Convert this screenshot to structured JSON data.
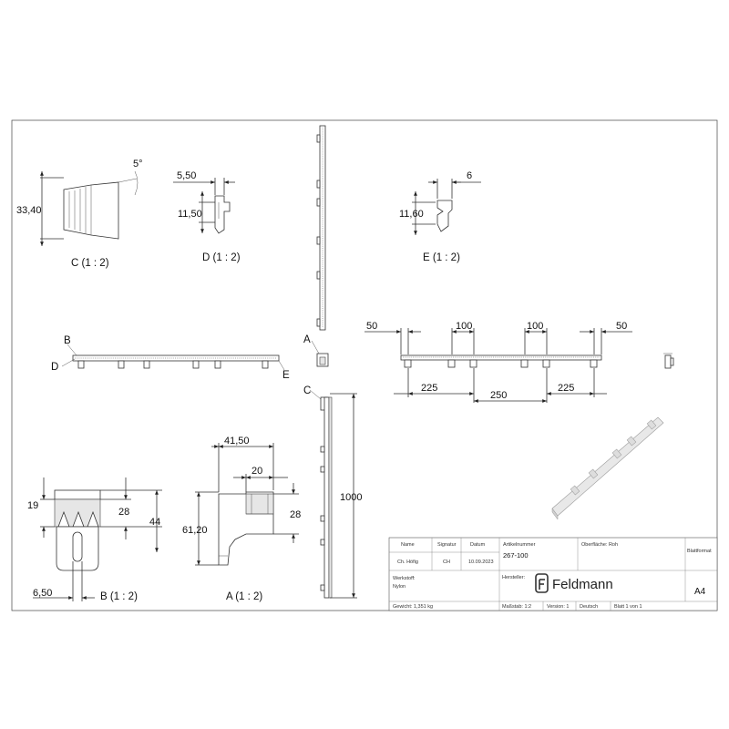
{
  "views": {
    "c": {
      "label": "C (1 : 2)",
      "dims": {
        "height": "33,40",
        "angle": "5°"
      }
    },
    "d": {
      "label": "D (1 : 2)",
      "dims": {
        "width": "5,50",
        "height": "11,50"
      }
    },
    "e": {
      "label": "E (1 : 2)",
      "dims": {
        "width": "6",
        "height": "11,60"
      }
    },
    "b": {
      "label": "B (1 : 2)",
      "dims": {
        "d19": "19",
        "d28": "28",
        "d44": "44",
        "d650": "6,50"
      }
    },
    "a": {
      "label": "A (1 : 2)",
      "dims": {
        "d4150": "41,50",
        "d20": "20",
        "d6120": "61,20",
        "d28": "28"
      }
    },
    "front": {
      "top_dims": [
        "50",
        "100",
        "100",
        "50"
      ],
      "bottom_dims": [
        "225",
        "250",
        "225"
      ]
    },
    "side": {
      "length": "1000"
    },
    "markers": {
      "a": "A",
      "b": "B",
      "c": "C",
      "d": "D",
      "e": "E"
    }
  },
  "title_block": {
    "headers": {
      "name": "Name",
      "signature": "Signatur",
      "date": "Datum",
      "article_no": "Artikelnummer",
      "surface": "Oberfläche: Roh",
      "sheet_format": "Blattformat"
    },
    "values": {
      "name": "Ch. Höfig",
      "signature": "CH",
      "date": "10.09.2023",
      "article_no": "267-100",
      "sheet_format": "A4"
    },
    "material_label": "Werkstoff:",
    "material": "Nylon",
    "manufacturer_label": "Hersteller:",
    "weight": "Gewicht: 1,351 kg",
    "scale": "Maßstab: 1:2",
    "version": "Version: 1",
    "language": "Deutsch",
    "sheet": "Blatt 1 von 1",
    "brand": "Feldmann"
  },
  "colors": {
    "line": "#333333",
    "shade": "#e6e6e6",
    "paper": "#ffffff"
  }
}
